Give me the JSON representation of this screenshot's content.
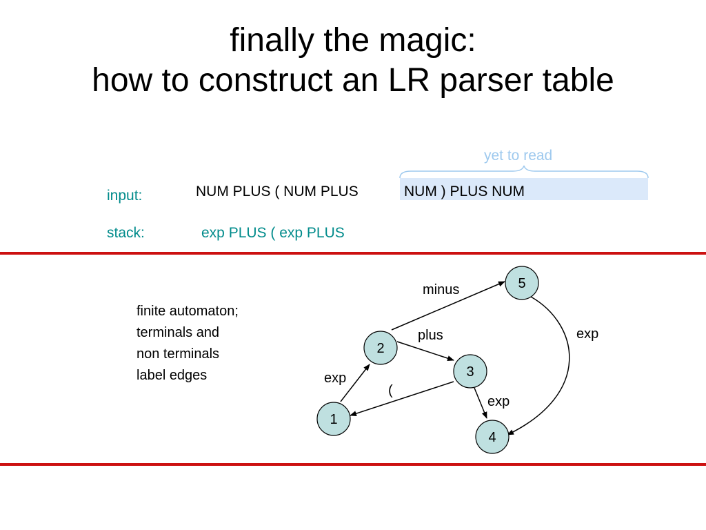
{
  "title": {
    "line1": "finally the magic:",
    "line2": "how to construct an LR parser table"
  },
  "input": {
    "label": "input:",
    "read_part": "NUM PLUS ( NUM  PLUS",
    "unread_part": "NUM ) PLUS NUM",
    "unread_label": "yet to read"
  },
  "stack": {
    "label": "stack:",
    "value": "exp PLUS ( exp PLUS"
  },
  "note": {
    "line1": "finite automaton;",
    "line2": "terminals and",
    "line3": "non terminals",
    "line4": "label edges"
  },
  "automaton": {
    "node_color": "#bfe0e0",
    "states": [
      "1",
      "2",
      "3",
      "4",
      "5"
    ],
    "edges": [
      {
        "from": "1",
        "to": "2",
        "label": "exp"
      },
      {
        "from": "2",
        "to": "3",
        "label": "plus"
      },
      {
        "from": "2",
        "to": "5",
        "label": "minus"
      },
      {
        "from": "3",
        "to": "1",
        "label": "("
      },
      {
        "from": "3",
        "to": "4",
        "label": "exp"
      },
      {
        "from": "5",
        "to": "4",
        "label": "exp"
      }
    ]
  },
  "colors": {
    "accent_teal": "#008b8b",
    "yet_to_read": "#9ec9ee",
    "highlight": "#dbe9fa",
    "rule_red": "#cc1111"
  }
}
